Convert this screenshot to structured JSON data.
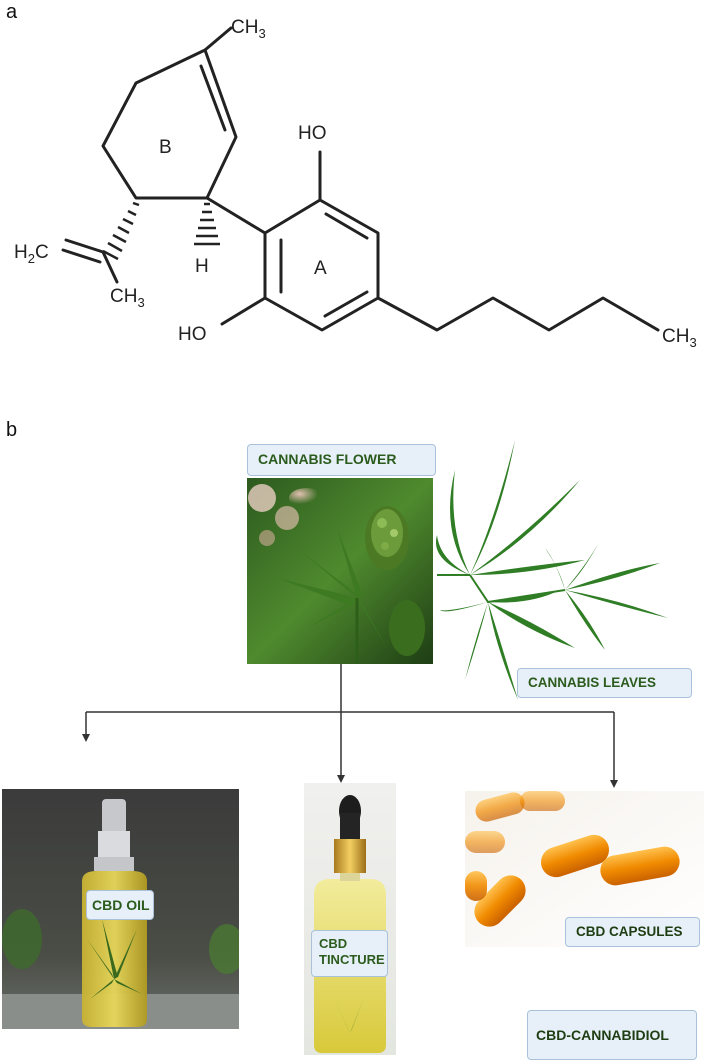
{
  "panel_a": {
    "letter": "a",
    "labels": {
      "ch3_top": "CH",
      "ch3_top_sub": "3",
      "ring_b": "B",
      "ring_a": "A",
      "ho_top": "HO",
      "ho_bottom": "HO",
      "h_stereo": "H",
      "h2c": "H",
      "h2c_sub": "2",
      "h2c_c": "C",
      "ch3_left": "CH",
      "ch3_left_sub": "3",
      "ch3_right": "CH",
      "ch3_right_sub": "3"
    }
  },
  "panel_b": {
    "letter": "b",
    "cannabis_flower_label": "CANNABIS FLOWER",
    "cannabis_leaves_label": "CANNABIS LEAVES",
    "cbd_oil_label": "CBD OIL",
    "cbd_tincture_label": "CBD TINCTURE",
    "cbd_capsules_label": "CBD CAPSULES",
    "cbd_cannabidiol_label": "CBD-CANNABIDIOL",
    "colors": {
      "leaf_green": "#2f7d24",
      "label_bg": "#e7f0f8",
      "label_border": "#a9c2da",
      "label_text": "#2b5b1d",
      "capsule_orange": "#f08a00"
    }
  }
}
